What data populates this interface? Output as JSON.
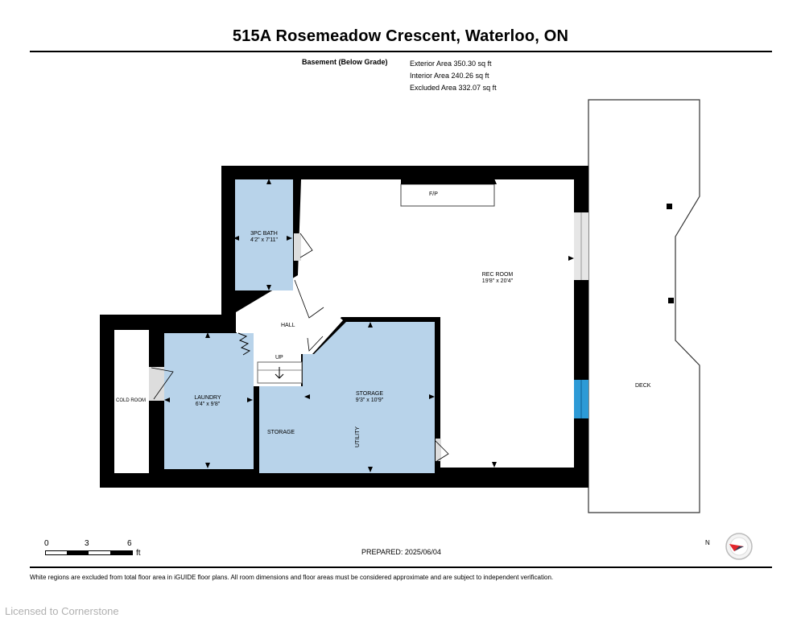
{
  "header": {
    "title": "515A Rosemeadow Crescent, Waterloo, ON"
  },
  "level": {
    "name": "Basement (Below Grade)",
    "exterior_area": "Exterior Area 350.30 sq ft",
    "interior_area": "Interior Area 240.26 sq ft",
    "excluded_area": "Excluded Area 332.07 sq ft"
  },
  "rooms": {
    "bath_name": "3PC BATH",
    "bath_dims": "4'2\" x 7'11\"",
    "rec_name": "REC ROOM",
    "rec_dims": "19'8\" x 20'4\"",
    "fp": "F/P",
    "hall": "HALL",
    "up": "UP",
    "laundry_name": "LAUNDRY",
    "laundry_dims": "6'4\" x 9'8\"",
    "storage_name": "STORAGE",
    "storage_dims": "9'3\" x 10'9\"",
    "storage2": "STORAGE",
    "utility": "UTILITY",
    "cold_room": "COLD ROOM",
    "deck": "DECK"
  },
  "scale": {
    "zero": "0",
    "three": "3",
    "six": "6",
    "unit": "ft"
  },
  "compass": {
    "north": "N"
  },
  "prepared": "PREPARED: 2025/06/04",
  "footer_note": "White regions are excluded from total floor area in iGUIDE floor plans. All room dimensions and floor areas must be considered approximate and are subject to independent verification.",
  "watermark": "Licensed to Cornerstone",
  "colors": {
    "room_fill": "#b8d3ea",
    "wall": "#000000",
    "window": "#2d9ad6"
  }
}
